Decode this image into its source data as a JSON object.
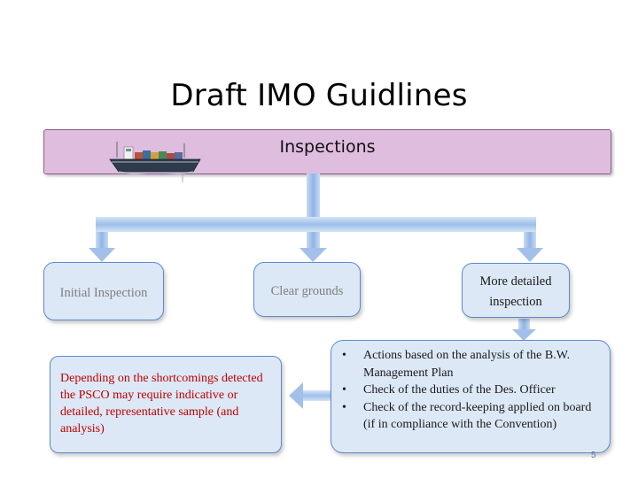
{
  "slide": {
    "title": "Draft IMO Guidlines",
    "banner_label": "Inspections",
    "boxes": {
      "initial": "Initial Inspection",
      "clear": "Clear grounds",
      "detailed_line1": "More detailed",
      "detailed_line2": "inspection"
    },
    "note": "Depending on the shortcomings detected the PSCO may require indicative or detailed, representative sample (and analysis)",
    "actions": [
      "Actions based on the analysis of the B.W. Management Plan",
      "Check of the duties of the Des. Officer",
      "Check of the record-keeping applied on board (if in compliance with the Convention)"
    ],
    "page_number": "5"
  },
  "colors": {
    "banner_fill": "#dfbddf",
    "box_fill": "#dce8f6",
    "box_border": "#5d8ad1",
    "connector": "#a9c8ee",
    "note_text": "#c00000"
  },
  "icons": [
    "cargo-ship-icon",
    "arrow-down-icon",
    "arrow-left-icon"
  ]
}
